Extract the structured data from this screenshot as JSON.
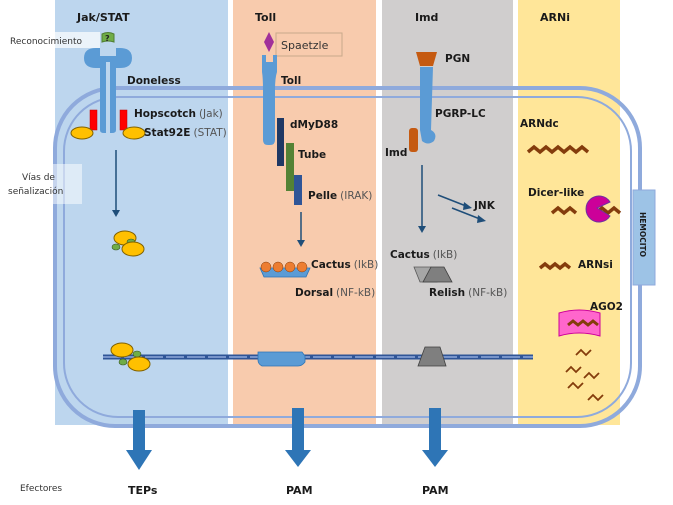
{
  "side_labels": {
    "recognition": "Reconocimiento",
    "signaling_line1": "Vías de",
    "signaling_line2": "señalización",
    "effectors": "Efectores"
  },
  "pathways": [
    {
      "title": "Jak/STAT",
      "color": "#bdd6ee",
      "receptor": "Doneless",
      "ligand": "?",
      "kinase": "Hopscotch",
      "kinase_note": "(Jak)",
      "tf": "Stat92E",
      "tf_note": "(STAT)",
      "effector": "TEPs"
    },
    {
      "title": "Toll",
      "color": "#f8cbad",
      "ligand": "Spaetzle",
      "receptor": "Toll",
      "adaptor1": "dMyD88",
      "adaptor2": "Tube",
      "kinase": "Pelle",
      "kinase_note": "(IRAK)",
      "inhibitor": "Cactus",
      "inhibitor_note": "(IkB)",
      "tf": "Dorsal",
      "tf_note": "(NF-kB)",
      "effector": "PAM"
    },
    {
      "title": "Imd",
      "color": "#d0cece",
      "ligand": "PGN",
      "receptor": "PGRP-LC",
      "adaptor": "Imd",
      "branch": "JNK",
      "inhibitor": "Cactus",
      "inhibitor_note": "(IkB)",
      "tf": "Relish",
      "tf_note": "(NF-kB)",
      "effector": "PAM"
    },
    {
      "title": "ARNi",
      "color": "#ffe699",
      "dsrna": "ARNdc",
      "dicer": "Dicer-like",
      "sirna": "ARNsi",
      "ago": "AGO2"
    }
  ],
  "cell_label": "HEMOCITO",
  "colors": {
    "membrane": "#8faadc",
    "arrow": "#2e75b6",
    "receptor": "#5b9bd5",
    "stat": "#ffc000",
    "jak": "#ff0000",
    "rna": "#843c0c",
    "dicer": "#cc0099",
    "ago": "#ff66cc"
  }
}
